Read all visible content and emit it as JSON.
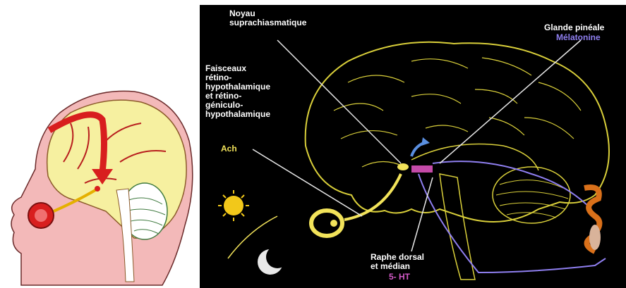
{
  "labels": {
    "noyau_line1": "Noyau",
    "noyau_line2": "suprachiasmatique",
    "glande": "Glande pinéale",
    "melatonine": "Mélatonine",
    "faisceaux": [
      "Faisceaux",
      "rétino-",
      "hypothalamique",
      "et rétino-",
      "géniculo-",
      "hypothalamique"
    ],
    "ach": "Ach",
    "raphe_line1": "Raphe dorsal",
    "raphe_line2": "et médian",
    "serotonin": "5- HT"
  },
  "colors": {
    "background": "#000000",
    "brain_outline": "#d9cf3a",
    "label_white": "#ffffff",
    "label_yellow": "#f2e35a",
    "label_blue": "#8f7ff0",
    "label_magenta": "#d45ac8",
    "head_skin": "#f3b9b9",
    "brain_fill": "#f6f0a0",
    "arrow_red": "#d81e1e"
  },
  "icons": {
    "sun": "sun-icon",
    "moon": "moon-icon",
    "eye": "eye-icon",
    "arrow": "light-signal-arrow-icon"
  }
}
